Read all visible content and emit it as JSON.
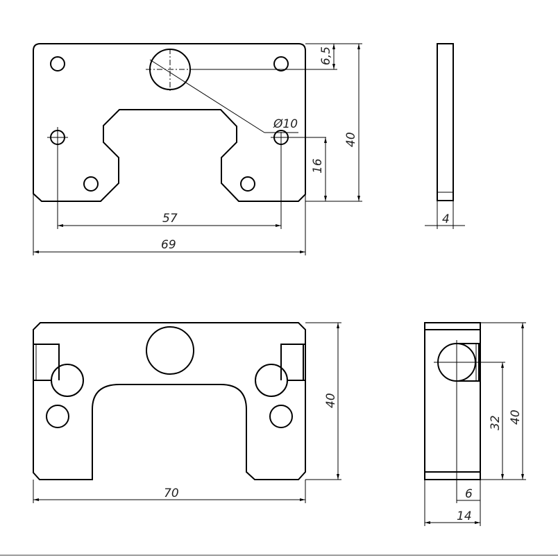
{
  "drawing": {
    "front_view": {
      "dims": {
        "hole_offset_top": "6,5",
        "height": "40",
        "diameter": "Ø10",
        "hole_offset_bottom": "16",
        "hole_spacing": "57",
        "width": "69"
      }
    },
    "side_view": {
      "dims": {
        "thickness": "4"
      }
    },
    "bottom_view": {
      "dims": {
        "height": "40",
        "width": "70"
      }
    },
    "end_view": {
      "dims": {
        "hole_height": "32",
        "height": "40",
        "hole_offset": "6",
        "width": "14"
      }
    }
  }
}
